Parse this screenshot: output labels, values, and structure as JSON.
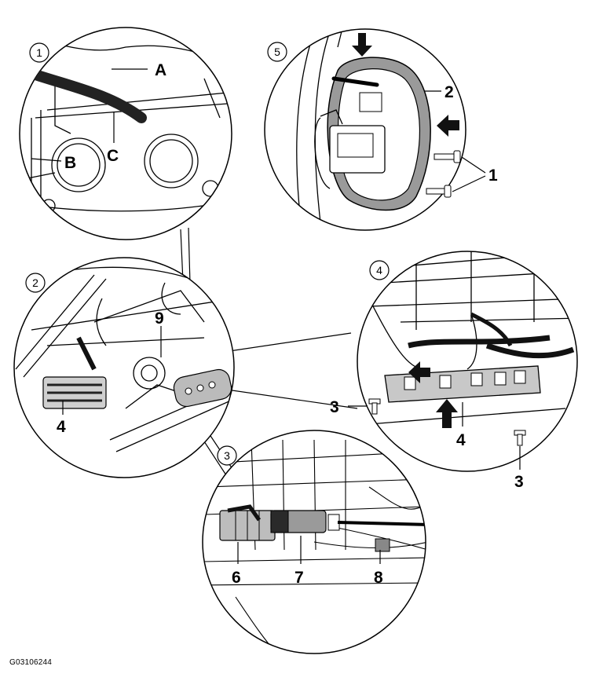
{
  "figure_id": "G03106244",
  "detail_views": [
    {
      "step": "1",
      "callouts": [
        "A",
        "B",
        "C"
      ]
    },
    {
      "step": "5",
      "callouts": [
        "2",
        "1"
      ]
    },
    {
      "step": "2",
      "callouts": [
        "9",
        "4"
      ]
    },
    {
      "step": "4",
      "callouts": [
        "3",
        "4",
        "3"
      ]
    },
    {
      "step": "3",
      "callouts": [
        "6",
        "7",
        "8"
      ]
    }
  ],
  "colors": {
    "line": "#000000",
    "fill": "#ffffff",
    "shade": "#9a9a9a",
    "dark": "#2a2a2a"
  }
}
